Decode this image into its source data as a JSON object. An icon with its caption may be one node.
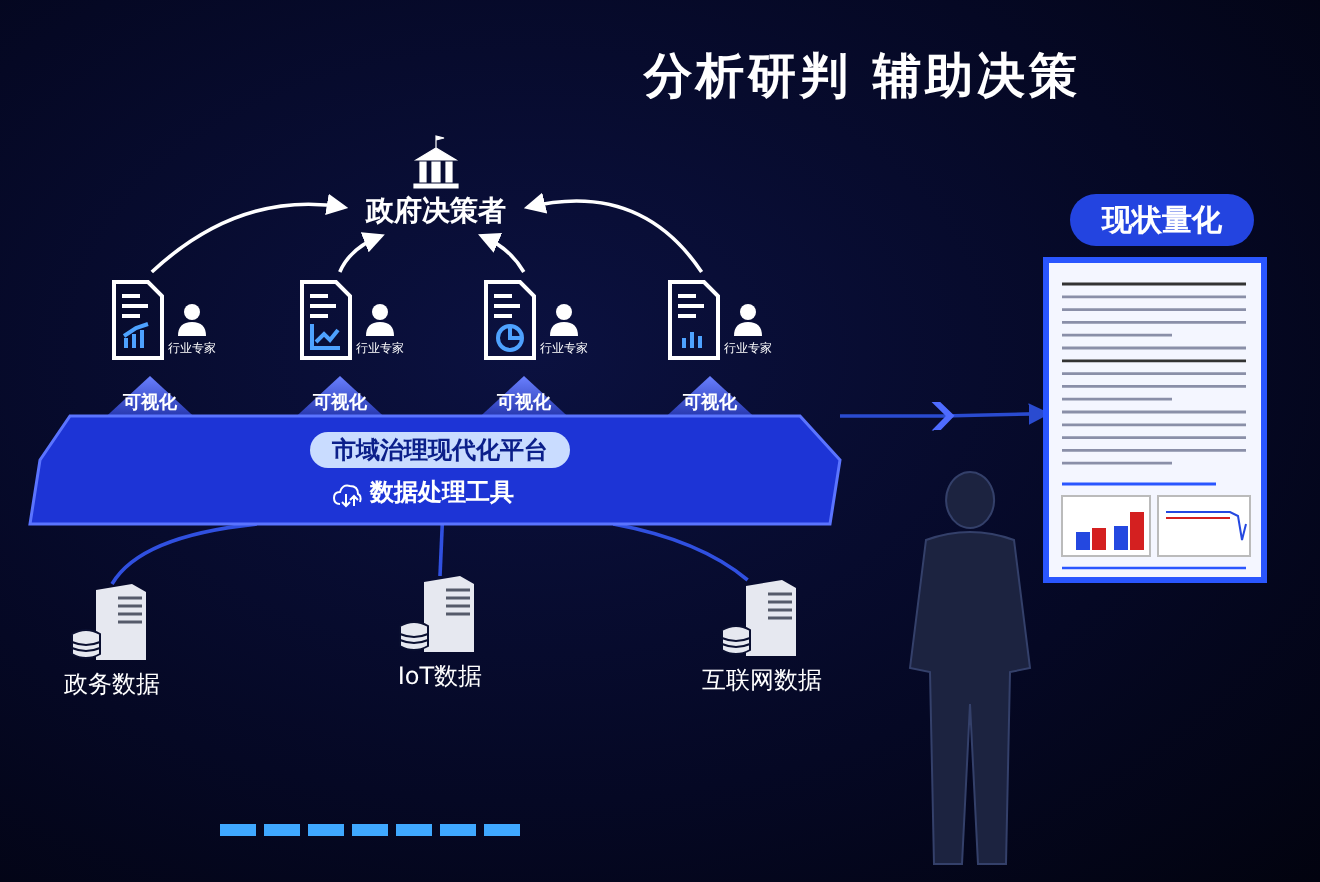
{
  "diagram": {
    "title": "分析研判 辅助决策",
    "nodes": [
      {
        "text": [
          "政府决策者"
        ]
      },
      {
        "text": [
          "行业专家"
        ]
      },
      {
        "text": [
          "行业专家"
        ]
      },
      {
        "text": [
          "行业专家"
        ]
      },
      {
        "text": [
          "行业专家"
        ]
      },
      {
        "text": [
          "市域治理现代化平台",
          "数据处理工具"
        ]
      },
      {
        "text": [
          "政务数据"
        ]
      },
      {
        "text": [
          "IoT数据"
        ]
      },
      {
        "text": [
          "互联网数据"
        ]
      },
      {
        "text": [
          "现状量化"
        ]
      },
      {
        "text": [],
        "shape": "picture"
      },
      {
        "text": [],
        "shape": "person"
      }
    ],
    "edges": [
      {
        "from": 1,
        "to": 0,
        "arrow": "to"
      },
      {
        "from": 2,
        "to": 0,
        "arrow": "to"
      },
      {
        "from": 3,
        "to": 0,
        "arrow": "to"
      },
      {
        "from": 4,
        "to": 0,
        "arrow": "to"
      },
      {
        "from": 6,
        "to": 5,
        "arrow": "none",
        "color": "#3050e0"
      },
      {
        "from": 7,
        "to": 5,
        "arrow": "none",
        "color": "#3050e0"
      },
      {
        "from": 8,
        "to": 5,
        "arrow": "none",
        "color": "#3050e0"
      },
      {
        "from": 5,
        "to": 10,
        "arrow": "to",
        "color": "#2a4bd0"
      }
    ],
    "labels": [
      "可视化",
      "可视化",
      "可视化",
      "可视化"
    ]
  }
}
